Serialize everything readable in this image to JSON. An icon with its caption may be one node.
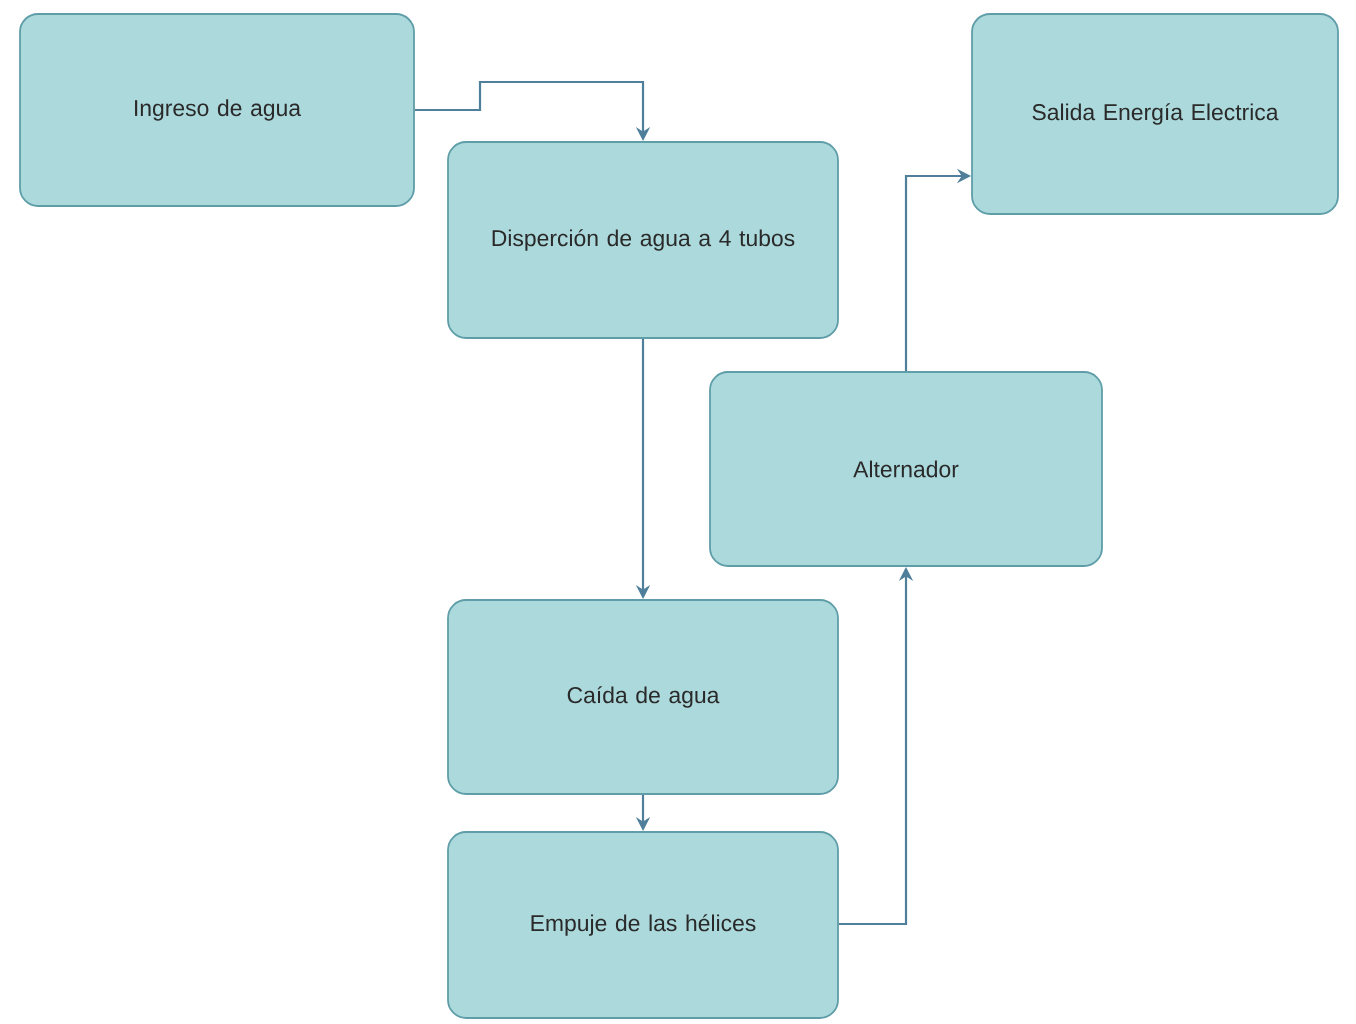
{
  "diagram": {
    "nodes": [
      {
        "text": [
          "Ingreso de agua"
        ]
      },
      {
        "text": [
          "Disperción de agua a 4 tubos"
        ]
      },
      {
        "text": [
          "Salida Energía Electrica"
        ]
      },
      {
        "text": [
          "Alternador"
        ]
      },
      {
        "text": [
          "Caída de agua"
        ]
      },
      {
        "text": [
          "Empuje de las hélices"
        ]
      }
    ],
    "edges": [
      {
        "from": 0,
        "to": 1,
        "arrow": "to"
      },
      {
        "from": 1,
        "to": 4,
        "arrow": "to"
      },
      {
        "from": 4,
        "to": 5,
        "arrow": "to"
      },
      {
        "from": 5,
        "to": 3,
        "arrow": "to"
      },
      {
        "from": 3,
        "to": 2,
        "arrow": "to"
      }
    ]
  }
}
